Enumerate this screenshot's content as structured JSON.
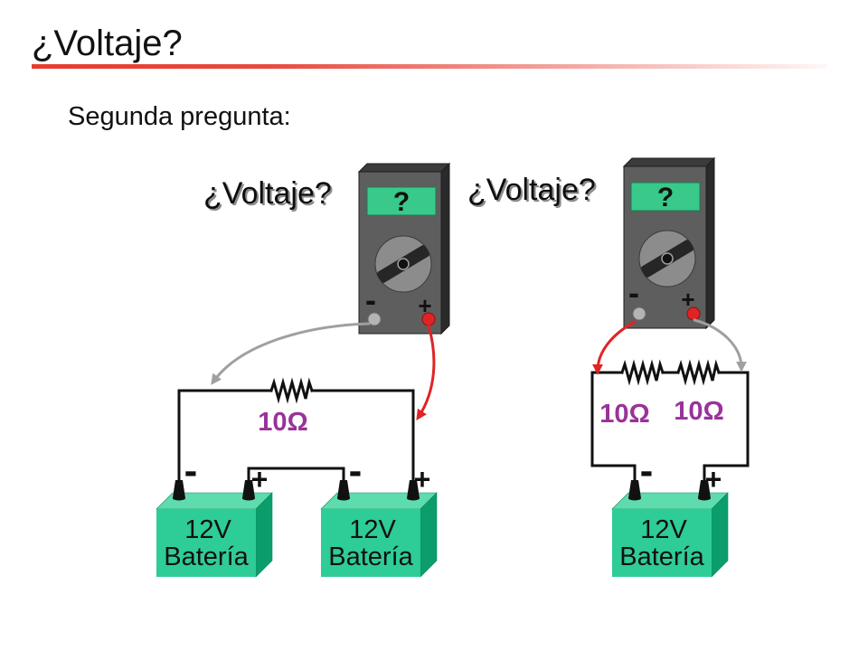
{
  "slide": {
    "title": "¿Voltaje?",
    "subtitle": "Segunda pregunta:"
  },
  "circuit_left": {
    "question": "¿Voltaje?",
    "meter": {
      "display": "?",
      "negative_label": "-",
      "positive_label": "+"
    },
    "resistor_label": "10Ω",
    "batteries": [
      {
        "voltage": "12V",
        "name": "Batería",
        "negative_label": "-",
        "positive_label": "+"
      },
      {
        "voltage": "12V",
        "name": "Batería",
        "negative_label": "-",
        "positive_label": "+"
      }
    ]
  },
  "circuit_right": {
    "question": "¿Voltaje?",
    "meter": {
      "display": "?",
      "negative_label": "-",
      "positive_label": "+"
    },
    "resistor_labels": [
      "10Ω",
      "10Ω"
    ],
    "battery": {
      "voltage": "12V",
      "name": "Batería",
      "negative_label": "-",
      "positive_label": "+"
    }
  },
  "colors": {
    "title_rule": "#e63b2e",
    "meter_display": "#38c98b",
    "resistor_label": "#993399",
    "battery_front": "#2ecc96",
    "battery_top": "#5fdcae",
    "battery_side": "#0b9e6c",
    "probe_positive": "#e02424",
    "probe_negative": "#a0a0a0"
  }
}
